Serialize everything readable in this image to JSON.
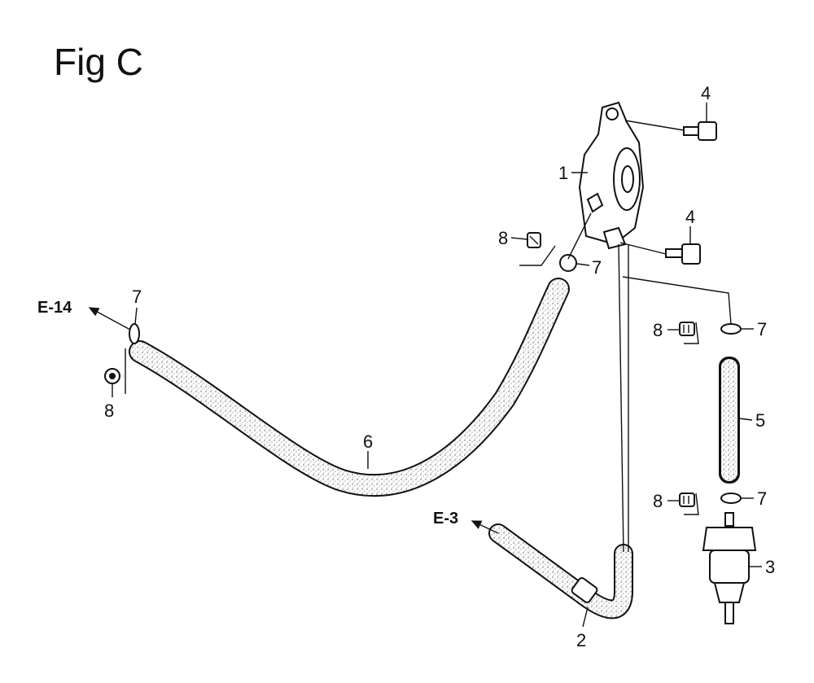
{
  "diagram": {
    "title": "Fig C",
    "callouts": {
      "pump": "1",
      "elbow_hose": "2",
      "fuel_filter": "3",
      "bolt_top": "4",
      "bolt_bottom": "4",
      "short_hose": "5",
      "long_hose": "6",
      "clip_left": "7",
      "clip_pump": "7",
      "clip_upper_right": "7",
      "clip_lower_right": "7",
      "clamp_left": "8",
      "clamp_pump": "8",
      "clamp_upper_right": "8",
      "clamp_lower_right": "8"
    },
    "references": {
      "left": "E-14",
      "bottom": "E-3"
    }
  }
}
